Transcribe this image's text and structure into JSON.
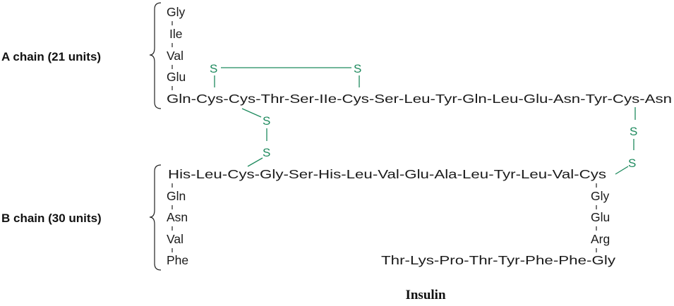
{
  "diagram": {
    "title": "Insulin",
    "a_chain": {
      "label": "A chain (21 units)",
      "vertical_top_to_bottom": [
        "Gly",
        "Ile",
        "Val",
        "Glu"
      ],
      "horizontal": "Gln-Cys-Cys-Thr-Ser-IIe-Cys-Ser-Leu-Tyr-Gln-Leu-Glu-Asn-Tyr-Cys-Asn"
    },
    "b_chain": {
      "label": "B chain (30 units)",
      "horizontal": "His-Leu-Cys-Gly-Ser-His-Leu-Val-Glu-Ala-Leu-Tyr-Leu-Val-Cys",
      "left_vertical_top_to_bottom": [
        "Gln",
        "Asn",
        "Val",
        "Phe"
      ],
      "right_vertical_top_to_bottom": [
        "Gly",
        "Glu",
        "Arg"
      ],
      "bottom_row": "Thr-Lys-Pro-Thr-Tyr-Phe-Phe-Gly"
    },
    "sulfur_symbol": "S",
    "colors": {
      "disulfide": "#1e8a5e",
      "text": "#1a1a1a"
    }
  }
}
